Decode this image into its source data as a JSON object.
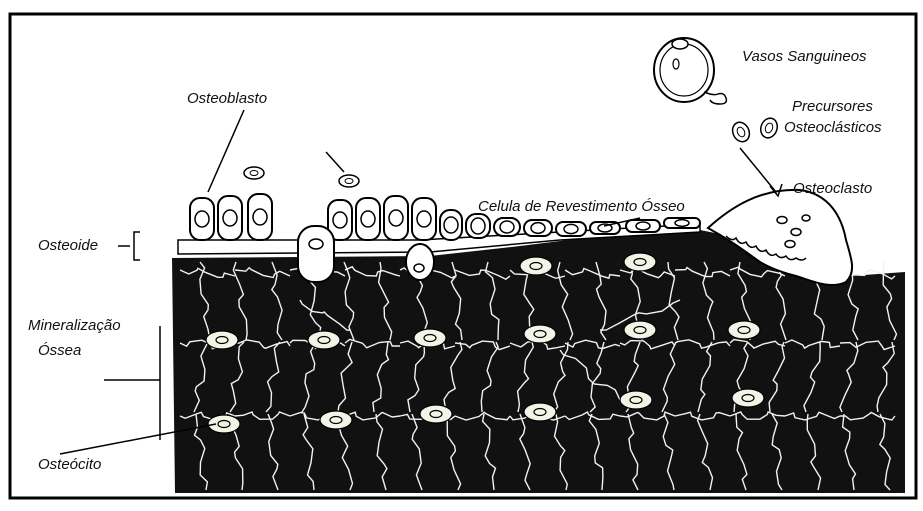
{
  "diagram": {
    "labels": {
      "vasos": "Vasos Sanguineos",
      "precursores_line1": "Precursores",
      "precursores_line2": "Osteoclásticos",
      "osteoblasto": "Osteoblasto",
      "celula_revestimento": "Celula de Revestimento Ósseo",
      "osteoclasto": "Osteoclasto",
      "osteoide": "Osteoide",
      "mineralizacao_line1": "Mineralização",
      "mineralizacao_line2": "Óssea",
      "osteocito": "Osteócito"
    }
  }
}
